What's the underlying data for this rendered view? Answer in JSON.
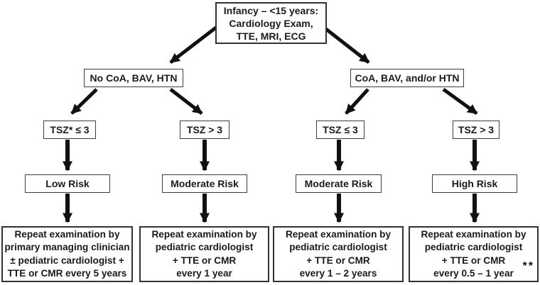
{
  "diagram": {
    "type": "flowchart",
    "root_node": {
      "lines": [
        "Infancy – <15 years:",
        "Cardiology Exam,",
        "TTE, MRI, ECG"
      ]
    },
    "branch_nodes": [
      {
        "label": "No CoA, BAV, HTN"
      },
      {
        "label": "CoA, BAV, and/or HTN"
      }
    ],
    "tsz_nodes": [
      {
        "label": "TSZ* ≤ 3"
      },
      {
        "label": "TSZ > 3"
      },
      {
        "label": "TSZ ≤ 3"
      },
      {
        "label": "TSZ > 3"
      }
    ],
    "risk_nodes": [
      {
        "label": "Low Risk"
      },
      {
        "label": "Moderate Risk"
      },
      {
        "label": "Moderate Risk"
      },
      {
        "label": "High Risk"
      }
    ],
    "recommendation_nodes": [
      {
        "lines": [
          "Repeat examination by",
          "primary managing clinician",
          "± pediatric cardiologist +",
          "TTE or CMR every 5 years"
        ]
      },
      {
        "lines": [
          "Repeat examination by",
          "pediatric cardiologist",
          "+ TTE or CMR",
          "every 1 year"
        ]
      },
      {
        "lines": [
          "Repeat examination by",
          "pediatric cardiologist",
          "+ TTE or CMR",
          "every 1 – 2 years"
        ]
      },
      {
        "lines": [
          "Repeat examination by",
          "pediatric cardiologist",
          "+ TTE or CMR",
          "every 0.5 – 1 year"
        ],
        "footnote_marker": "**"
      }
    ],
    "colors": {
      "arrow": "#111111",
      "border": "#3d3d3d",
      "text": "#1a1a1a",
      "background": "#ffffff"
    }
  }
}
